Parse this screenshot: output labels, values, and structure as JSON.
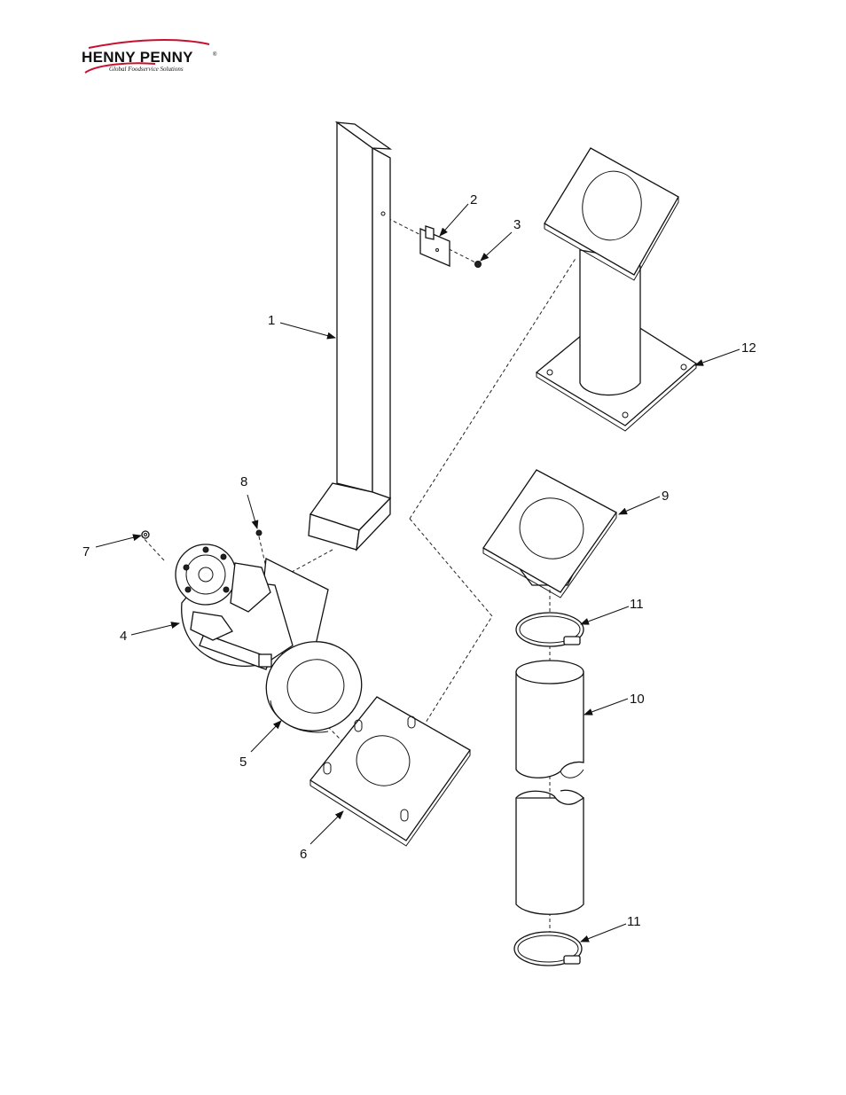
{
  "brand": {
    "name": "HENNY PENNY",
    "registered": "®",
    "tagline": "Global Foodservice Solutions",
    "swoosh_color": "#c8102e"
  },
  "callouts": [
    "1",
    "2",
    "3",
    "4",
    "5",
    "6",
    "7",
    "8",
    "9",
    "10",
    "11",
    "11",
    "12"
  ],
  "colors": {
    "ink": "#111111",
    "paper": "#ffffff"
  }
}
